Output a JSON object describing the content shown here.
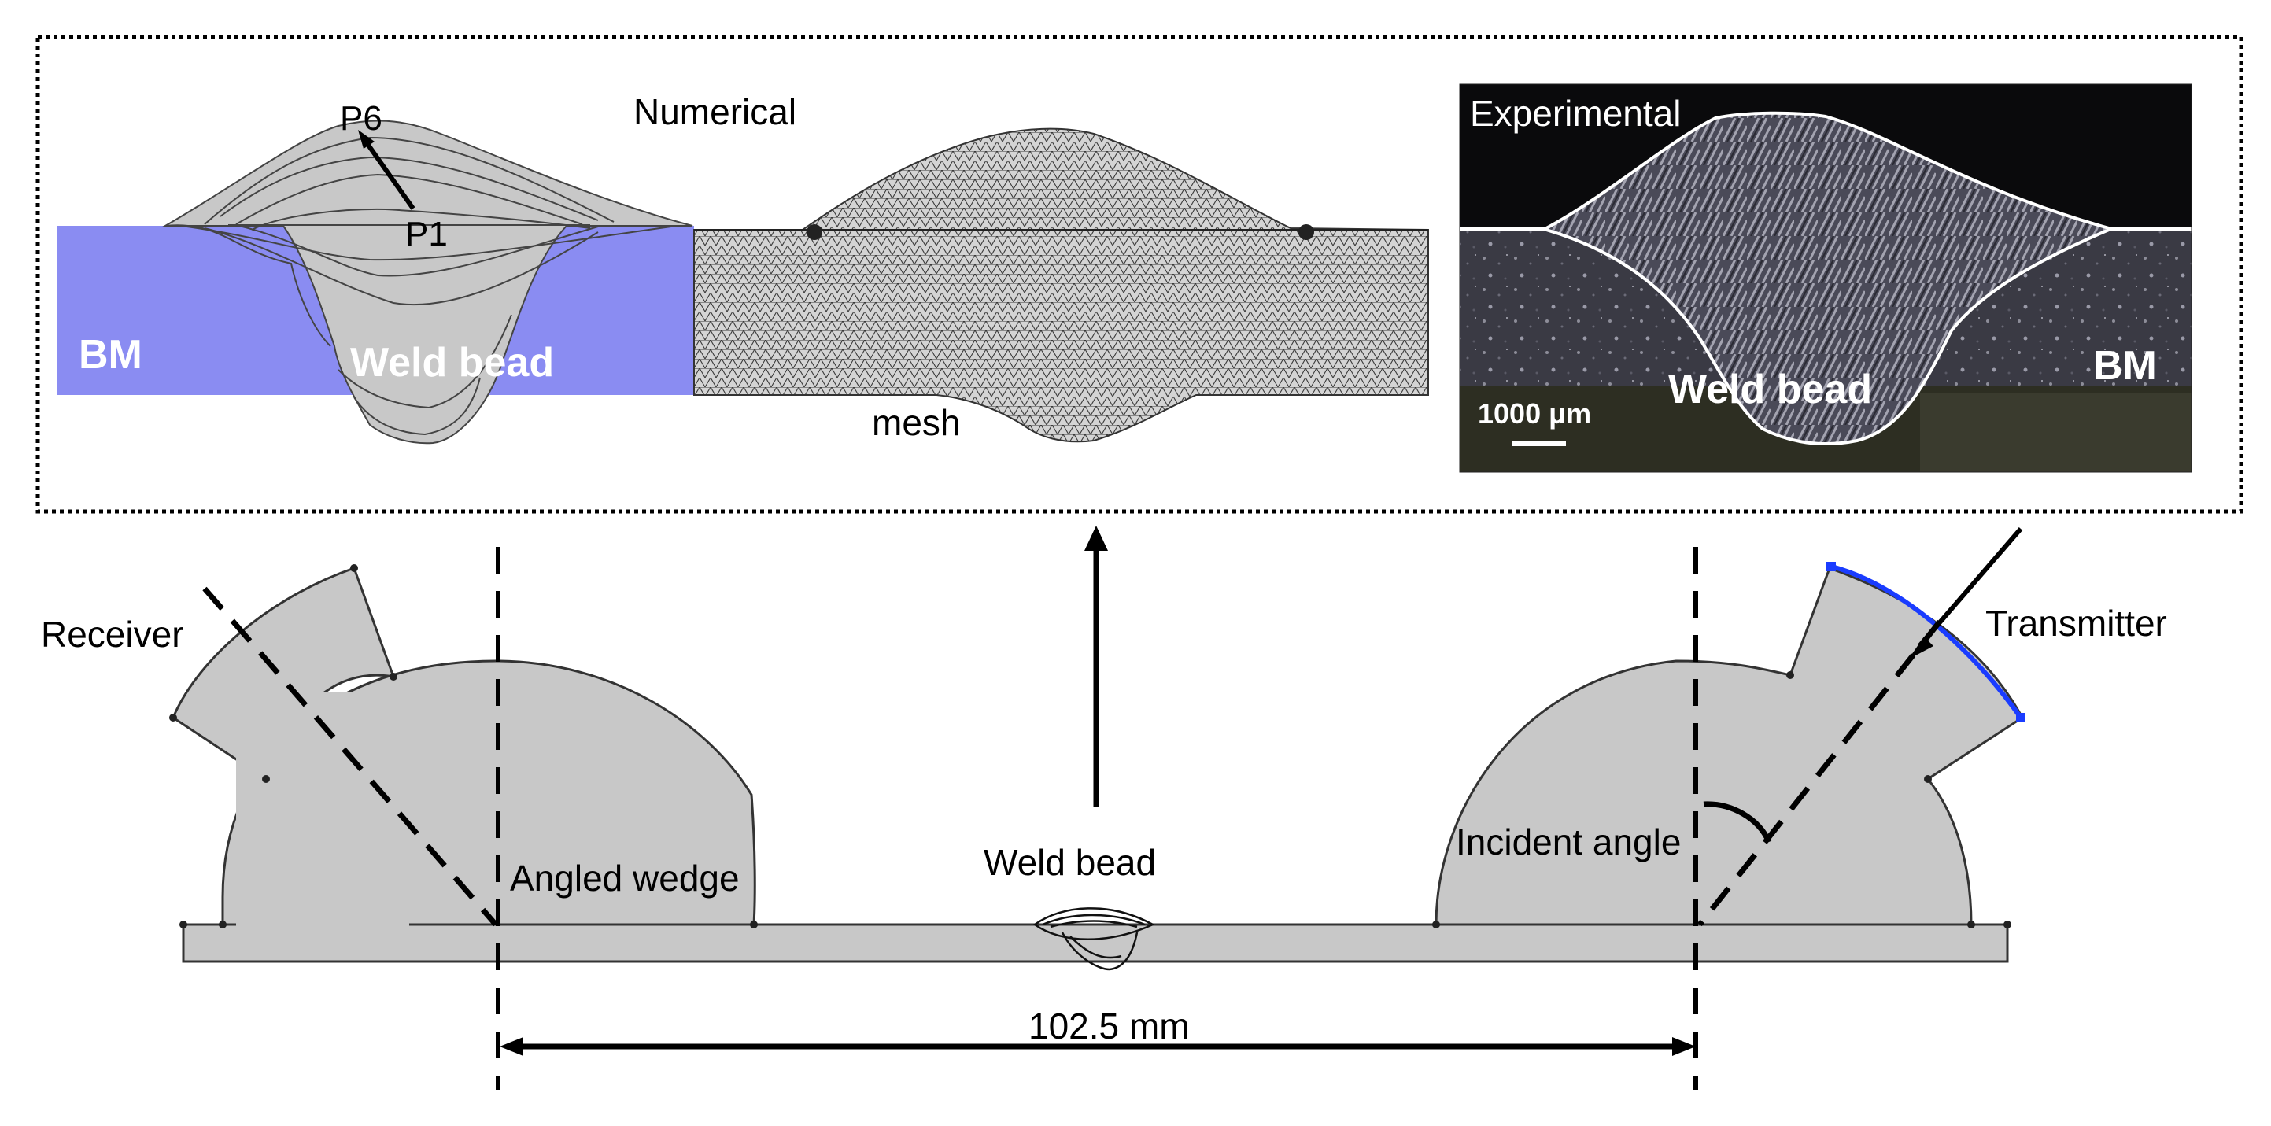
{
  "inset": {
    "numerical_label": "Numerical",
    "mesh_label": "mesh",
    "experimental_label": "Experimental",
    "point_start": "P1",
    "point_end": "P6",
    "numerical_bm": "BM",
    "numerical_weld": "Weld bead",
    "experimental_weld": "Weld bead",
    "experimental_bm": "BM",
    "scale_bar": "1000 μm"
  },
  "setup": {
    "receiver": "Receiver",
    "transmitter": "Transmitter",
    "angled_wedge": "Angled wedge",
    "weld_bead": "Weld bead",
    "incident_angle": "Incident angle",
    "distance": "102.5 mm"
  },
  "colors": {
    "base_metal_blue": "#8a8cf2",
    "wedge_grey": "#c8c8c8",
    "transducer_blue": "#1a3cff",
    "photo_background": "#0a0a0c"
  }
}
